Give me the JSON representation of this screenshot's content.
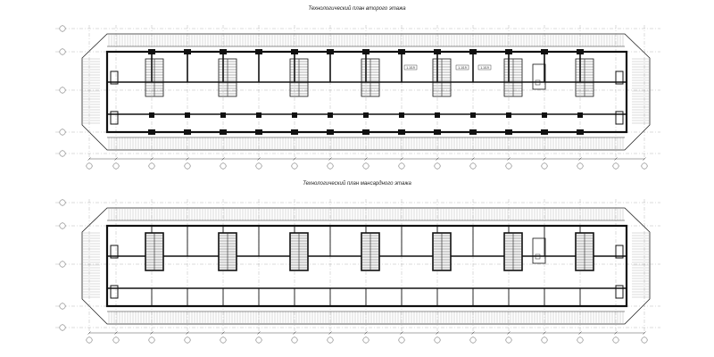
{
  "titles": {
    "plan_1": "Технологический план второго этажа",
    "plan_2": "Технологический план мансардного этажа"
  },
  "room_tags": {
    "plan_1": [
      "1.1/19",
      "1.1/19",
      "1.1/19"
    ]
  },
  "colors": {
    "line": "#222222",
    "hatch": "#9a9a9a",
    "axis": "#888888",
    "wall": "#111111"
  }
}
